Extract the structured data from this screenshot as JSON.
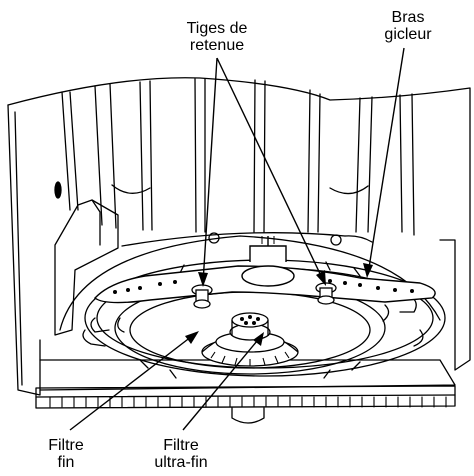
{
  "labels": {
    "retaining_rods": [
      "Tiges de",
      "retenue"
    ],
    "spray_arm": [
      "Bras",
      "gicleur"
    ],
    "fine_filter": [
      "Filtre",
      "fin"
    ],
    "ultra_fine_filter": [
      "Filtre",
      "ultra-fin"
    ]
  },
  "style": {
    "line_color": "#000000",
    "fill_color": "#ffffff",
    "shade_color": "#b8b8b8"
  }
}
